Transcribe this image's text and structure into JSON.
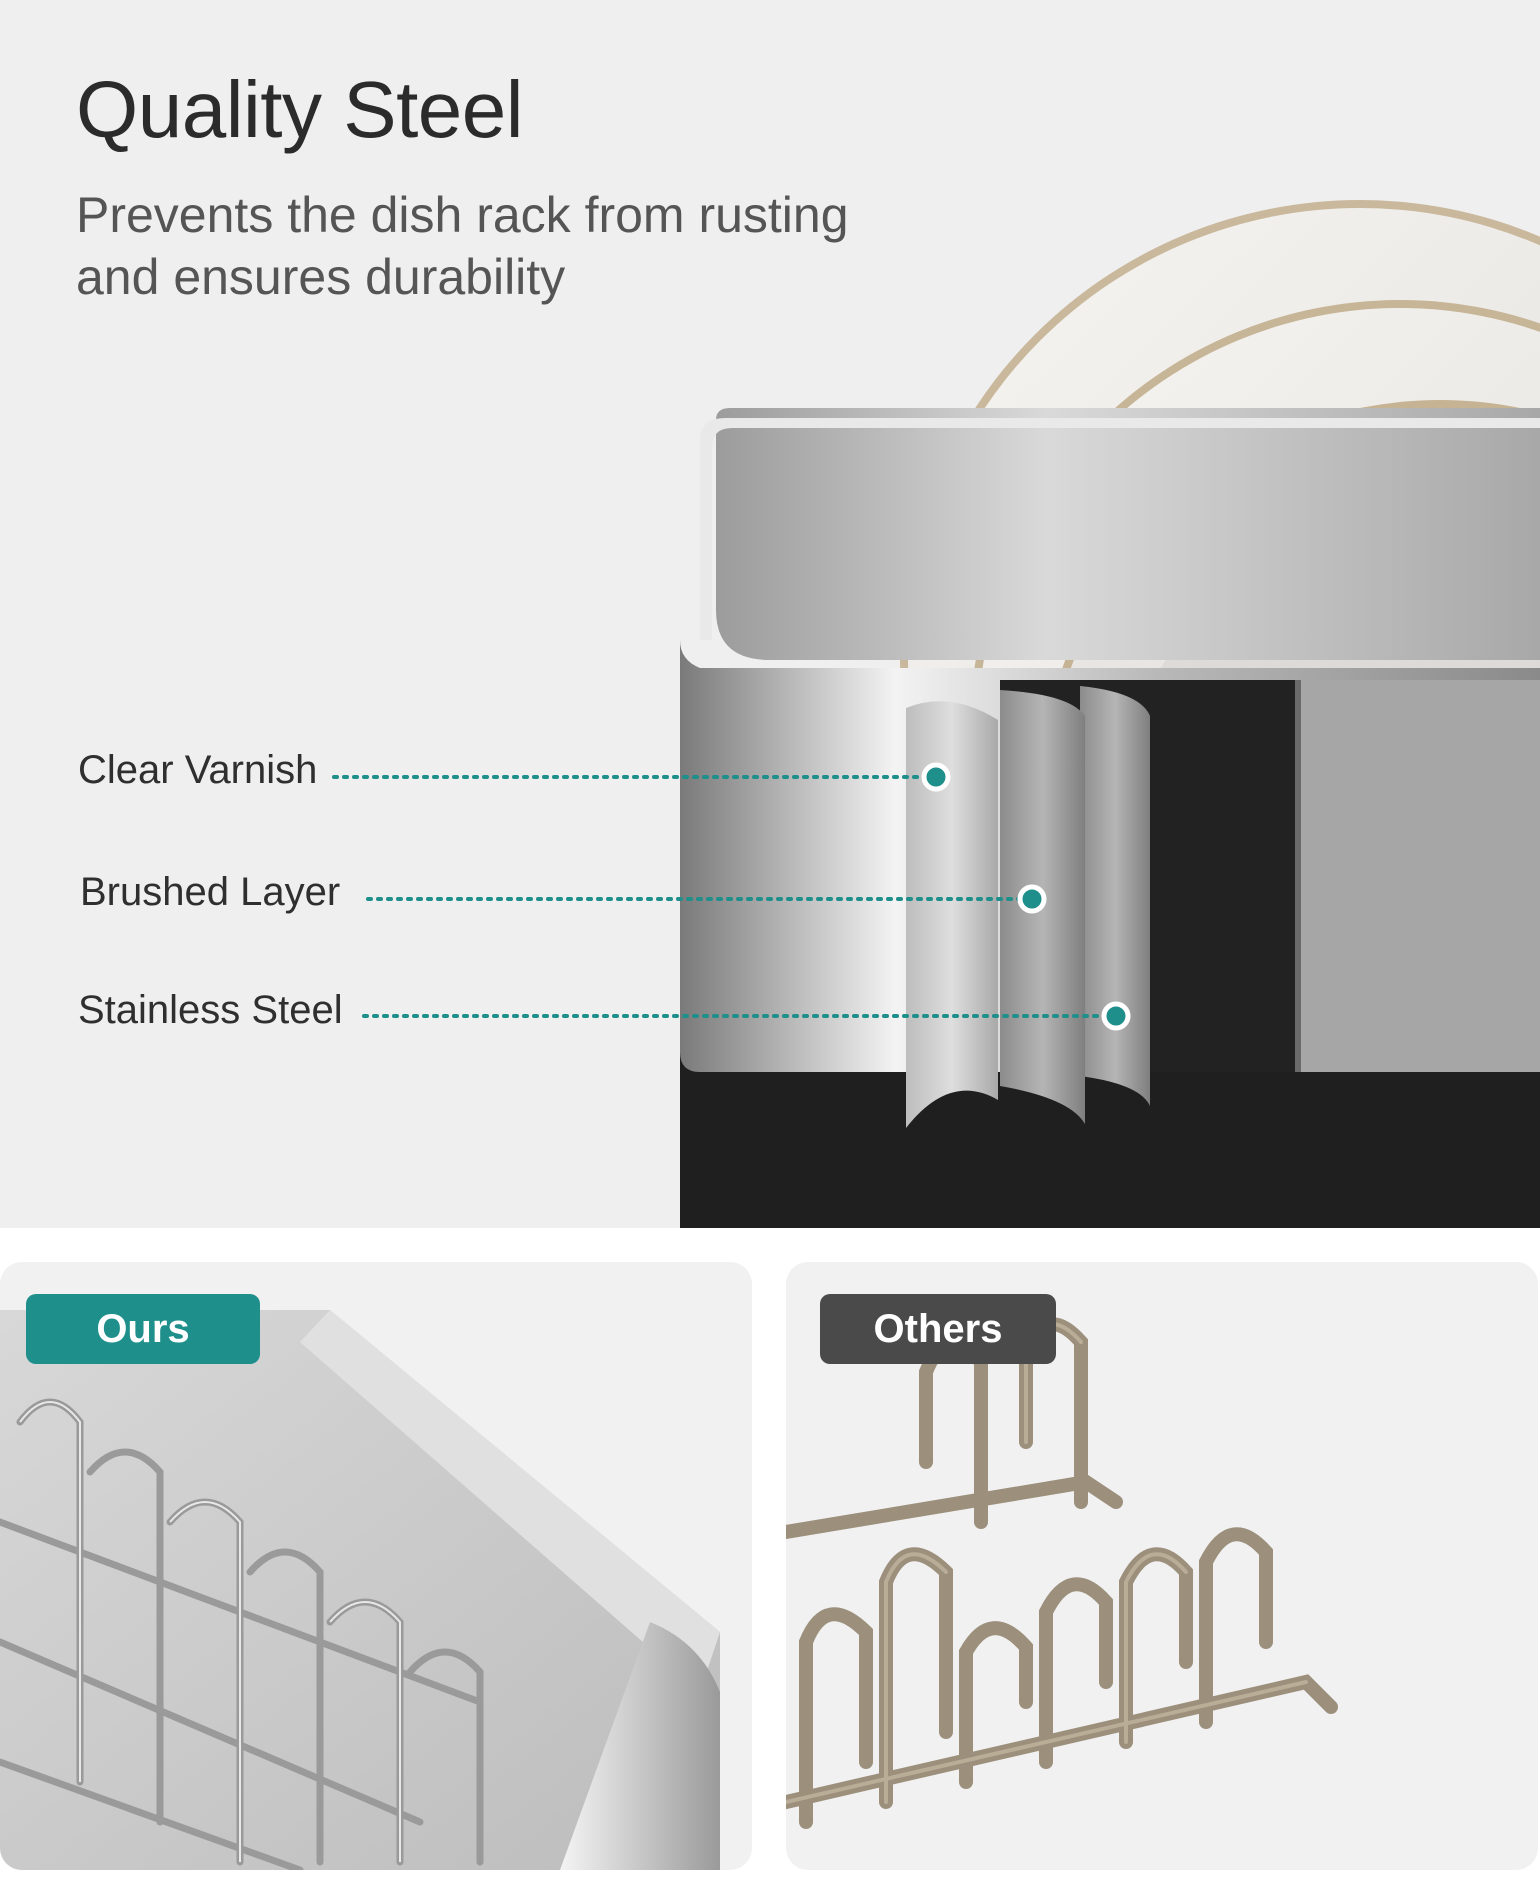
{
  "headline": "Quality Steel",
  "subline_1": "Prevents the dish rack from rusting",
  "subline_2": "and ensures durability",
  "layers": [
    {
      "label": "Clear Varnish"
    },
    {
      "label": "Brushed Layer"
    },
    {
      "label": "Stainless Steel"
    }
  ],
  "comparison": {
    "ours_label": "Ours",
    "others_label": "Others"
  },
  "colors": {
    "accent_teal": "#1e8f8a",
    "others_gray": "#4a4a4a",
    "text_dark": "#2b2b2b"
  }
}
